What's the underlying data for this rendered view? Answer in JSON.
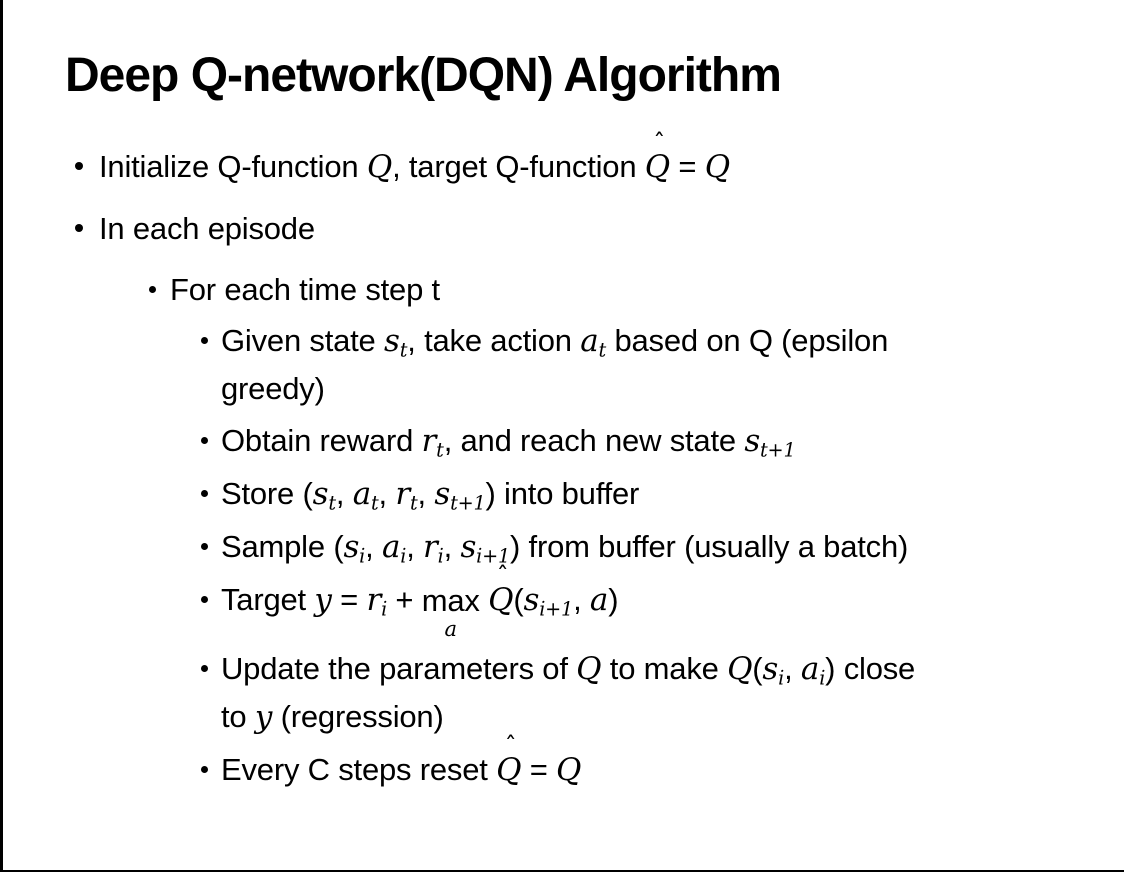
{
  "slide": {
    "title": "Deep Q-network(DQN) Algorithm",
    "colors": {
      "background": "#ffffff",
      "text": "#000000",
      "border": "#000000"
    }
  },
  "bullets": [
    {
      "level": 1,
      "segments": [
        {
          "t": "Initialize Q-function "
        },
        {
          "m": "Q"
        },
        {
          "t": ", target Q-function "
        },
        {
          "hat": "Q"
        },
        {
          "t": " = "
        },
        {
          "m": "Q"
        }
      ]
    },
    {
      "level": 1,
      "segments": [
        {
          "t": "In each episode"
        }
      ]
    },
    {
      "level": 2,
      "segments": [
        {
          "t": "For each time step t"
        }
      ]
    },
    {
      "level": 3,
      "segments": [
        {
          "t": "Given state "
        },
        {
          "m": "s",
          "sub": "t"
        },
        {
          "t": ", take action "
        },
        {
          "m": "a",
          "sub": "t"
        },
        {
          "t": " based on Q (epsilon"
        },
        {
          "br": true
        },
        {
          "t": "greedy)"
        }
      ]
    },
    {
      "level": 3,
      "segments": [
        {
          "t": "Obtain reward "
        },
        {
          "m": "r",
          "sub": "t"
        },
        {
          "t": ", and reach new state "
        },
        {
          "m": "s",
          "sub": "t+1"
        }
      ]
    },
    {
      "level": 3,
      "segments": [
        {
          "t": "Store ("
        },
        {
          "m": "s",
          "sub": "t"
        },
        {
          "t": ", "
        },
        {
          "m": "a",
          "sub": "t"
        },
        {
          "t": ", "
        },
        {
          "m": "r",
          "sub": "t"
        },
        {
          "t": ", "
        },
        {
          "m": "s",
          "sub": "t+1"
        },
        {
          "t": ") into buffer"
        }
      ]
    },
    {
      "level": 3,
      "segments": [
        {
          "t": "Sample ("
        },
        {
          "m": "s",
          "sub": "i"
        },
        {
          "t": ", "
        },
        {
          "m": "a",
          "sub": "i"
        },
        {
          "t": ", "
        },
        {
          "m": "r",
          "sub": "i"
        },
        {
          "t": ", "
        },
        {
          "m": "s",
          "sub": "i+1"
        },
        {
          "t": ") from buffer (usually a batch)"
        }
      ]
    },
    {
      "level": 3,
      "segments": [
        {
          "t": "Target "
        },
        {
          "m": "y"
        },
        {
          "t": " = "
        },
        {
          "m": "r",
          "sub": "i"
        },
        {
          "t": " + "
        },
        {
          "stack": {
            "top": "max",
            "bottom": "a"
          }
        },
        {
          "t": " "
        },
        {
          "hat": "Q"
        },
        {
          "t": "("
        },
        {
          "m": "s",
          "sub": "i+1"
        },
        {
          "t": ", "
        },
        {
          "m": "a"
        },
        {
          "t": ")"
        }
      ]
    },
    {
      "level": 3,
      "segments": [
        {
          "t": "Update the parameters of "
        },
        {
          "m": "Q"
        },
        {
          "t": " to make "
        },
        {
          "m": "Q"
        },
        {
          "t": "("
        },
        {
          "m": "s",
          "sub": "i"
        },
        {
          "t": ", "
        },
        {
          "m": "a",
          "sub": "i"
        },
        {
          "t": ") close"
        },
        {
          "br": true
        },
        {
          "t": "to "
        },
        {
          "m": "y"
        },
        {
          "t": " (regression)"
        }
      ]
    },
    {
      "level": 3,
      "segments": [
        {
          "t": "Every C steps reset "
        },
        {
          "hat": "Q"
        },
        {
          "t": " = "
        },
        {
          "m": "Q"
        }
      ]
    }
  ]
}
